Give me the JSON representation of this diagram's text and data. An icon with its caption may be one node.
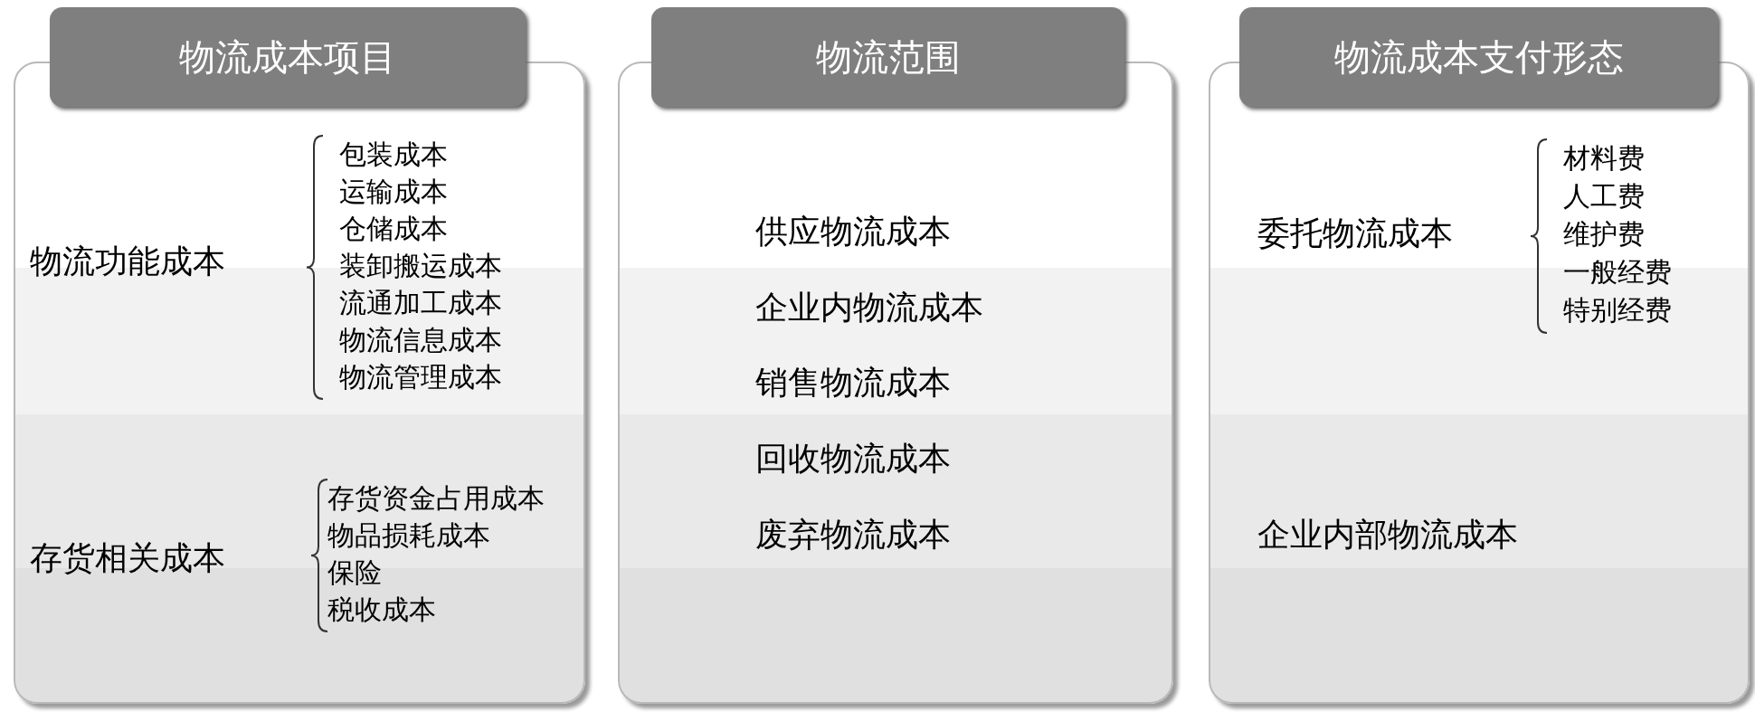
{
  "diagram": {
    "nodes": [
      {
        "text": [
          "物流成本项目"
        ]
      },
      {
        "text": [
          "物流功能成本"
        ],
        "in": 0
      },
      {
        "text": [
          "包装成本",
          "运输成本",
          "仓储成本",
          "装卸搬运成本",
          "流通加工成本",
          "物流信息成本",
          "物流管理成本"
        ],
        "in": 0
      },
      {
        "text": [
          "存货相关成本"
        ],
        "in": 0
      },
      {
        "text": [
          "存货资金占用成本",
          "物品损耗成本",
          "保险",
          "税收成本"
        ],
        "in": 0
      },
      {
        "text": [
          "物流范围"
        ]
      },
      {
        "text": [
          "供应物流成本"
        ],
        "in": 5
      },
      {
        "text": [
          "企业内物流成本"
        ],
        "in": 5
      },
      {
        "text": [
          "销售物流成本"
        ],
        "in": 5
      },
      {
        "text": [
          "回收物流成本"
        ],
        "in": 5
      },
      {
        "text": [
          "废弃物流成本"
        ],
        "in": 5
      },
      {
        "text": [
          "物流成本支付形态"
        ]
      },
      {
        "text": [
          "委托物流成本"
        ],
        "in": 11
      },
      {
        "text": [
          "材料费",
          "人工费",
          "维护费",
          "一般经费",
          "特别经费"
        ],
        "in": 11
      },
      {
        "text": [
          "企业内部物流成本"
        ],
        "in": 11
      }
    ]
  }
}
